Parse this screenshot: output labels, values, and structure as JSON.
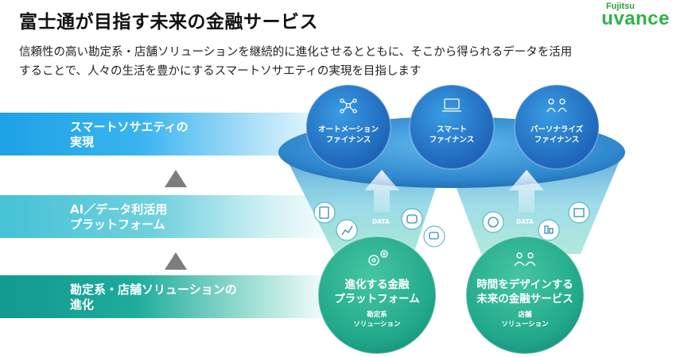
{
  "header": {
    "title": "富士通が目指す未来の金融サービス",
    "logo_top": "Fujitsu",
    "logo_main": "uvance"
  },
  "lead": {
    "line1": "信頼性の高い勘定系・店舗ソリューションを継続的に進化させるとともに、そこから得られるデータを活用",
    "line2": "することで、人々の生活を豊かにするスマートソサエティの実現を目指します"
  },
  "bands": {
    "band1": {
      "line1": "スマートソサエティの",
      "line2": "実現"
    },
    "band2": {
      "line1": "AI／データ利活用",
      "line2": "プラットフォーム"
    },
    "band3": {
      "line1": "勘定系・店舗ソリューションの",
      "line2": "進化"
    }
  },
  "top_circles": [
    {
      "line1": "オートメーション",
      "line2": "ファイナンス",
      "icon": "network-icon"
    },
    {
      "line1": "スマート",
      "line2": "ファイナンス",
      "icon": "smart-device-icon"
    },
    {
      "line1": "パーソナライズ",
      "line2": "ファイナンス",
      "icon": "people-icon"
    }
  ],
  "bottom_circles": [
    {
      "line1": "進化する金融",
      "line2": "プラットフォーム",
      "sub1": "勘定系",
      "sub2": "ソリューション",
      "icon": "gears-icon"
    },
    {
      "line1": "時間をデザインする",
      "line2": "未来の金融サービス",
      "sub1": "店舗",
      "sub2": "ソリューション",
      "icon": "users-icon"
    }
  ],
  "flow": {
    "data_label_left": "DATA",
    "data_label_right": "DATA"
  },
  "colors": {
    "band1": "#1da2e6",
    "band2": "#45c2d6",
    "band3": "#119a8e",
    "brand_green": "#2db34a"
  }
}
